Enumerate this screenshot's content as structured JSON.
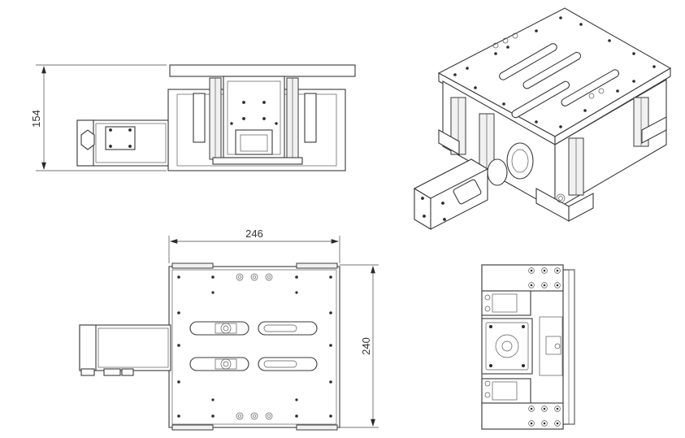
{
  "dimensions": {
    "height_label": "154",
    "width_label": "246",
    "depth_label": "240"
  },
  "views": [
    {
      "id": "side-view"
    },
    {
      "id": "isometric-view"
    },
    {
      "id": "top-view"
    },
    {
      "id": "end-view"
    }
  ],
  "colors": {
    "line": "#3a3a3a",
    "background": "#ffffff"
  }
}
